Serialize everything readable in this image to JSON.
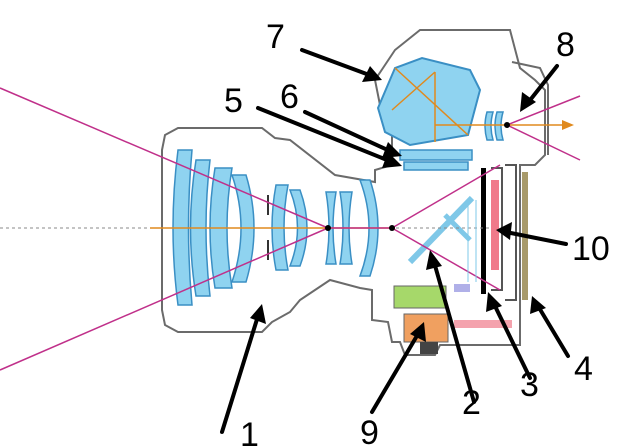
{
  "labels": {
    "l1": "1",
    "l2": "2",
    "l3": "3",
    "l4": "4",
    "l5": "5",
    "l6": "6",
    "l7": "7",
    "l8": "8",
    "l9": "9",
    "l10": "10"
  },
  "colors": {
    "outline": "#6b6b6b",
    "lens_fill": "#8fd3f0",
    "lens_stroke": "#3a8fc4",
    "ray_magenta": "#c0308a",
    "ray_orange": "#e08a1e",
    "sensor_red": "#f07a8a",
    "green_box": "#a6d86a",
    "orange_box": "#f0a060",
    "lcd_olive": "#a89a6a",
    "mirror_blue": "#7fc8e8"
  }
}
